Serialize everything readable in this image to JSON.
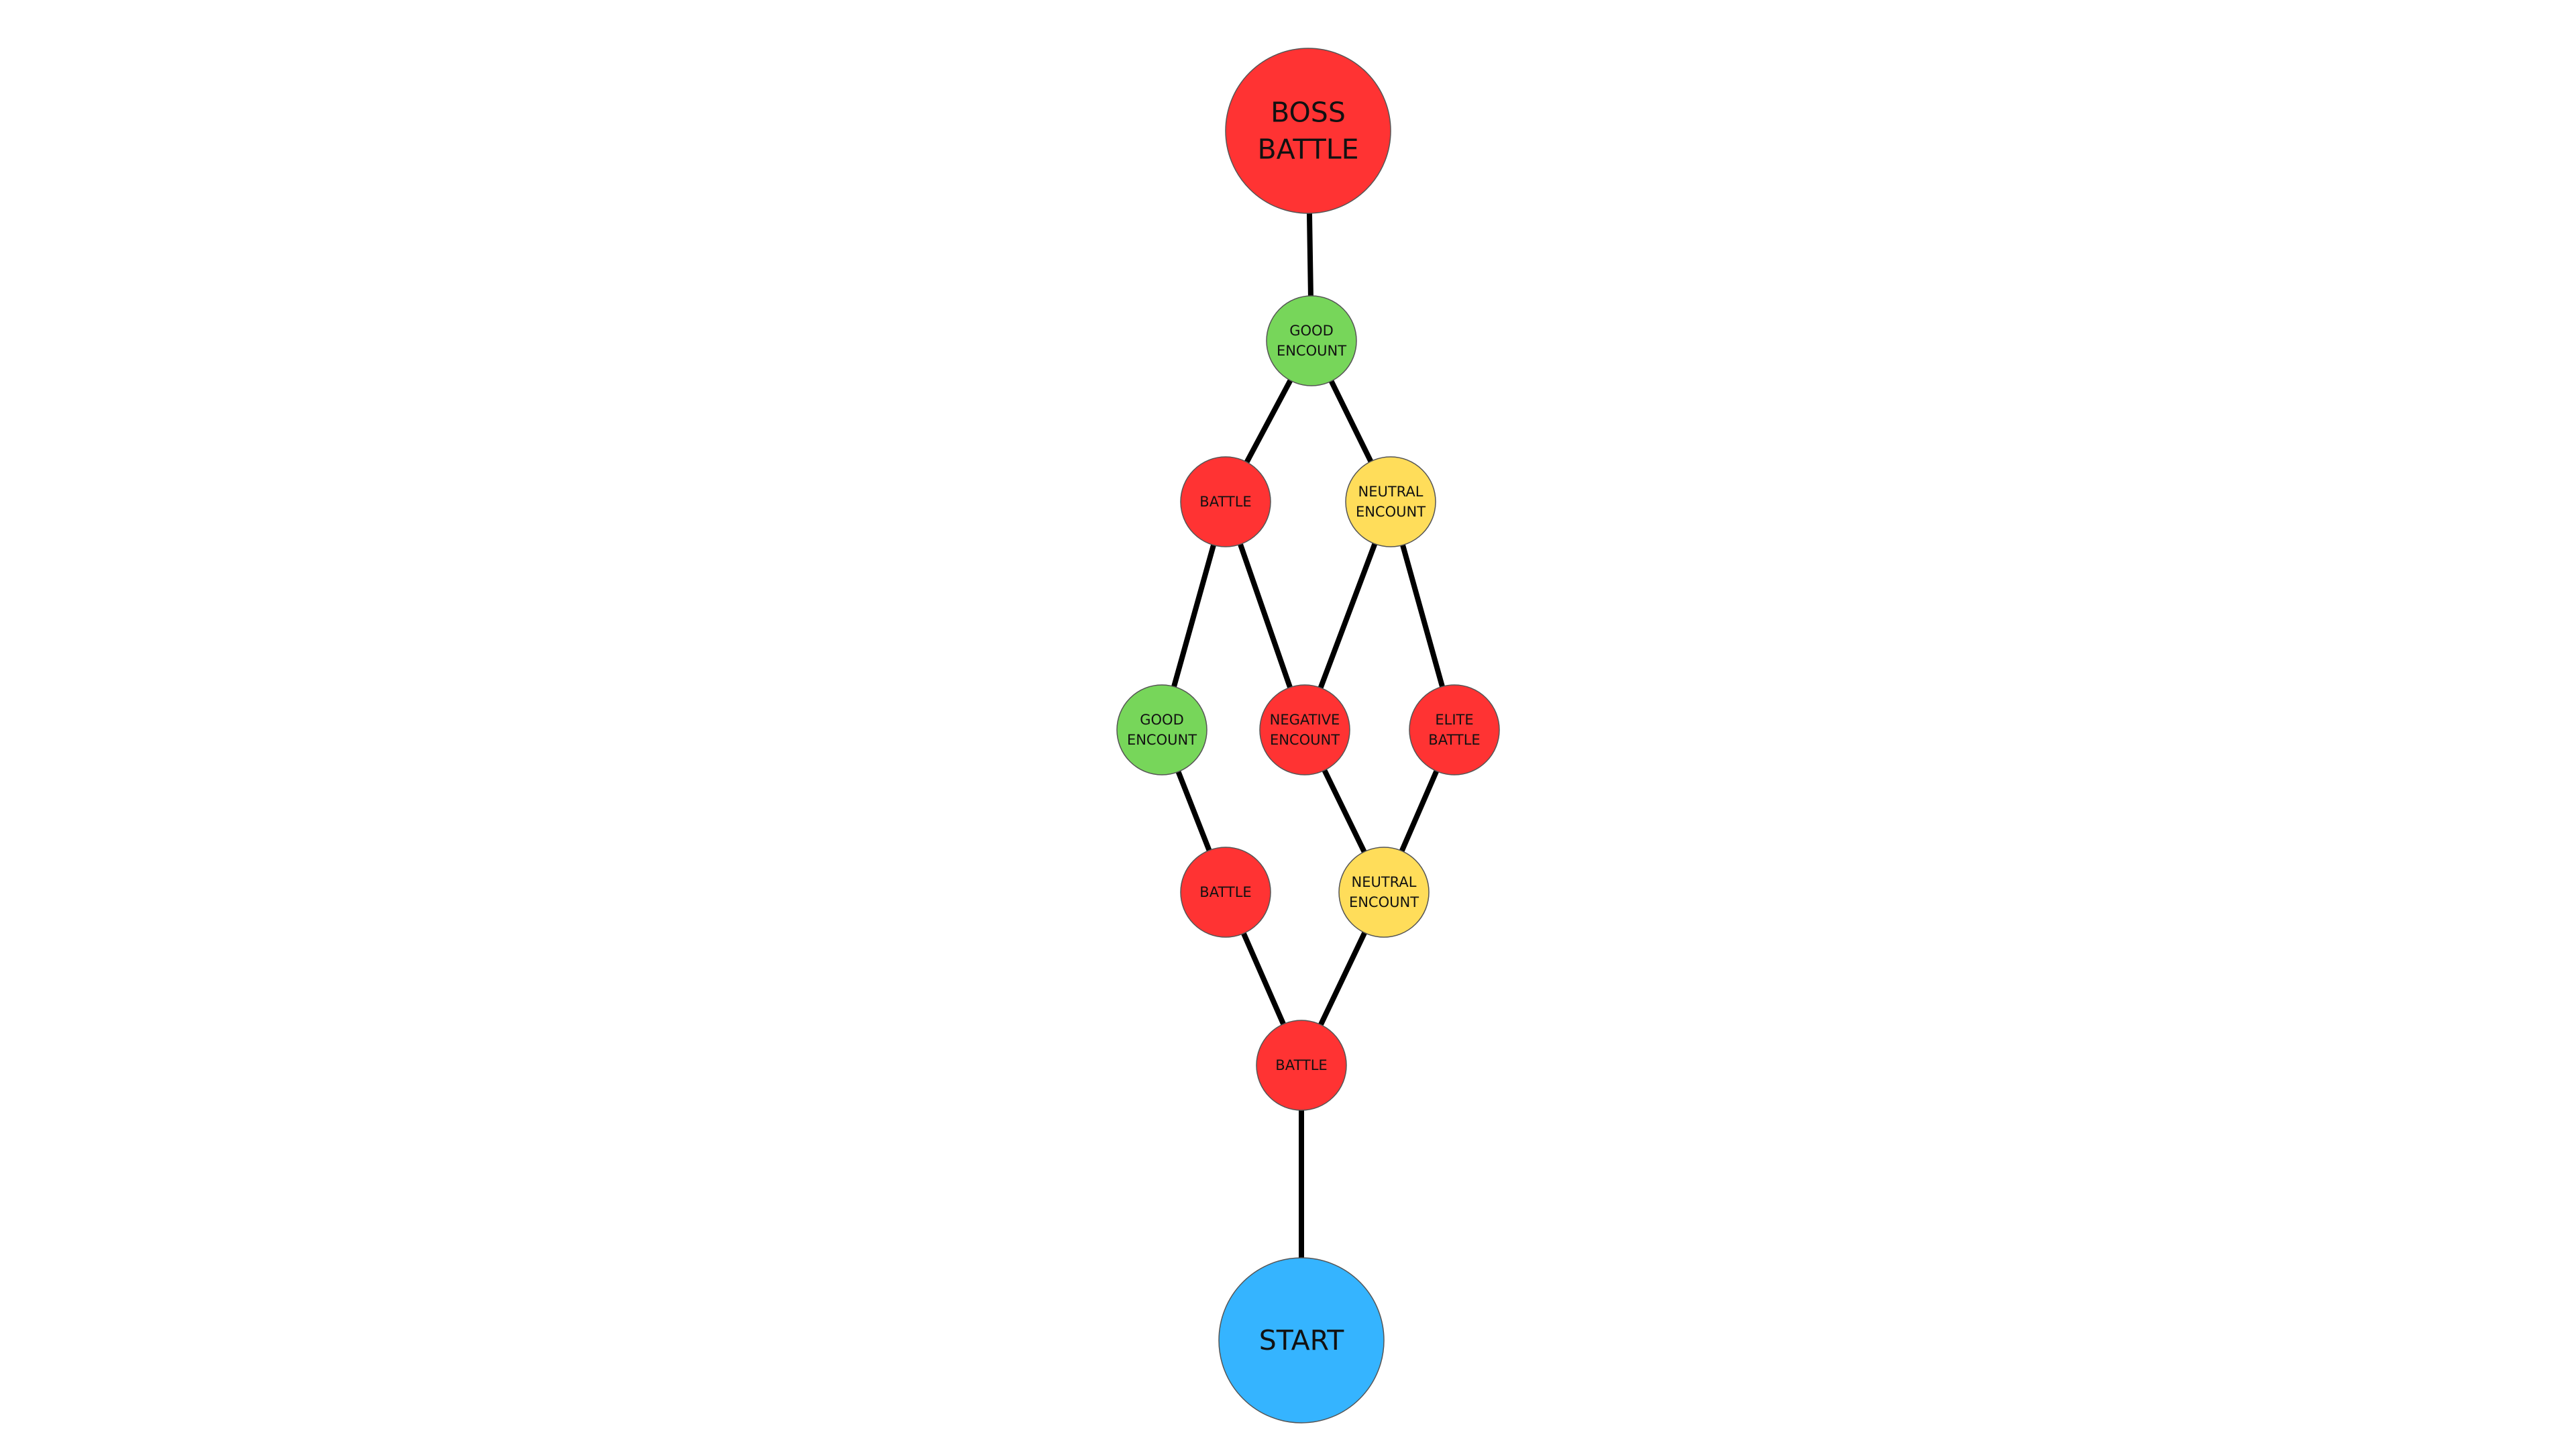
{
  "colors": {
    "battle": "#ff3333",
    "good": "#77d65a",
    "neutral": "#ffdd5a",
    "start": "#35b4ff",
    "edge": "#000000"
  },
  "nodes": [
    {
      "id": "boss",
      "type": "battle",
      "lines": [
        "BOSS",
        "BATTLE"
      ]
    },
    {
      "id": "good-top",
      "type": "good",
      "lines": [
        "GOOD",
        "ENCOUNT"
      ]
    },
    {
      "id": "battle-upper-left",
      "type": "battle",
      "lines": [
        "BATTLE"
      ]
    },
    {
      "id": "neutral-upper-right",
      "type": "neutral",
      "lines": [
        "NEUTRAL",
        "ENCOUNT"
      ]
    },
    {
      "id": "good-mid-left",
      "type": "good",
      "lines": [
        "GOOD",
        "ENCOUNT"
      ]
    },
    {
      "id": "negative-mid",
      "type": "battle",
      "lines": [
        "NEGATIVE",
        "ENCOUNT"
      ]
    },
    {
      "id": "elite-mid-right",
      "type": "battle",
      "lines": [
        "ELITE",
        "BATTLE"
      ]
    },
    {
      "id": "battle-lower-left",
      "type": "battle",
      "lines": [
        "BATTLE"
      ]
    },
    {
      "id": "neutral-lower-right",
      "type": "neutral",
      "lines": [
        "NEUTRAL",
        "ENCOUNT"
      ]
    },
    {
      "id": "battle-bottom",
      "type": "battle",
      "lines": [
        "BATTLE"
      ]
    },
    {
      "id": "start",
      "type": "start",
      "lines": [
        "START"
      ]
    }
  ],
  "edges": [
    [
      "boss",
      "good-top"
    ],
    [
      "good-top",
      "battle-upper-left"
    ],
    [
      "good-top",
      "neutral-upper-right"
    ],
    [
      "battle-upper-left",
      "good-mid-left"
    ],
    [
      "battle-upper-left",
      "negative-mid"
    ],
    [
      "neutral-upper-right",
      "negative-mid"
    ],
    [
      "neutral-upper-right",
      "elite-mid-right"
    ],
    [
      "good-mid-left",
      "battle-lower-left"
    ],
    [
      "negative-mid",
      "neutral-lower-right"
    ],
    [
      "elite-mid-right",
      "neutral-lower-right"
    ],
    [
      "battle-lower-left",
      "battle-bottom"
    ],
    [
      "neutral-lower-right",
      "battle-bottom"
    ],
    [
      "battle-bottom",
      "start"
    ]
  ]
}
